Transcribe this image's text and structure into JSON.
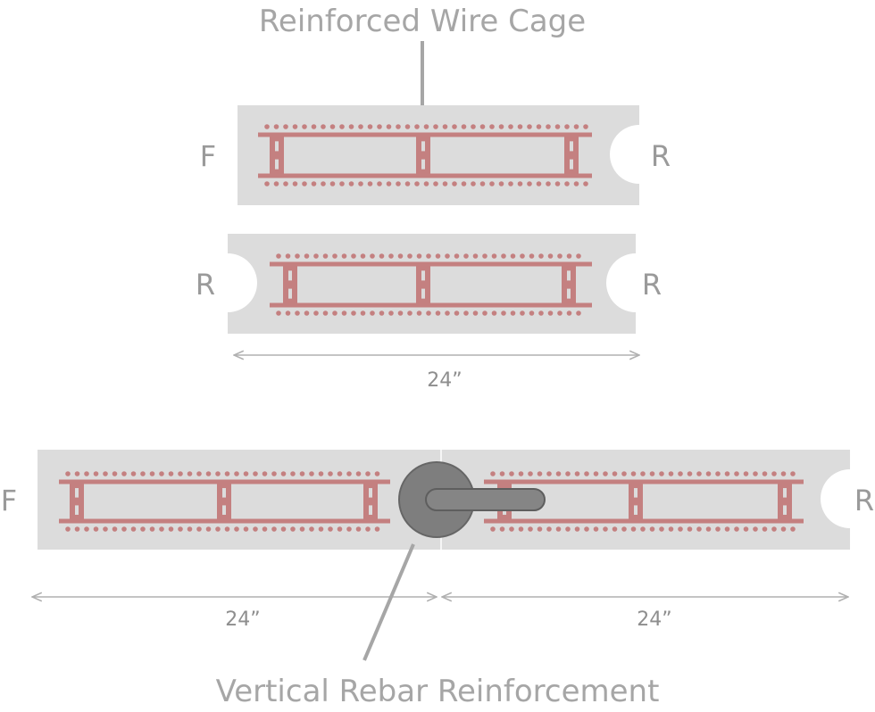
{
  "title": "Reinforced Wire Cage",
  "caption": "Vertical Rebar Reinforcement",
  "end_labels": {
    "block1_left": "F",
    "block1_right": "R",
    "block2_left": "R",
    "block2_right": "R",
    "assembly_left": "F",
    "assembly_right": "R"
  },
  "dimensions": {
    "block2_width": "24”",
    "assembly_left_width": "24”",
    "assembly_right_width": "24”"
  },
  "colors": {
    "block": "#dcdcdc",
    "rebar": "#c48080",
    "vertical_rebar": "#7e7e7e",
    "leader": "#a6a6a6",
    "dimension_line": "#b0b0b0",
    "text": "#9a9a9a"
  }
}
